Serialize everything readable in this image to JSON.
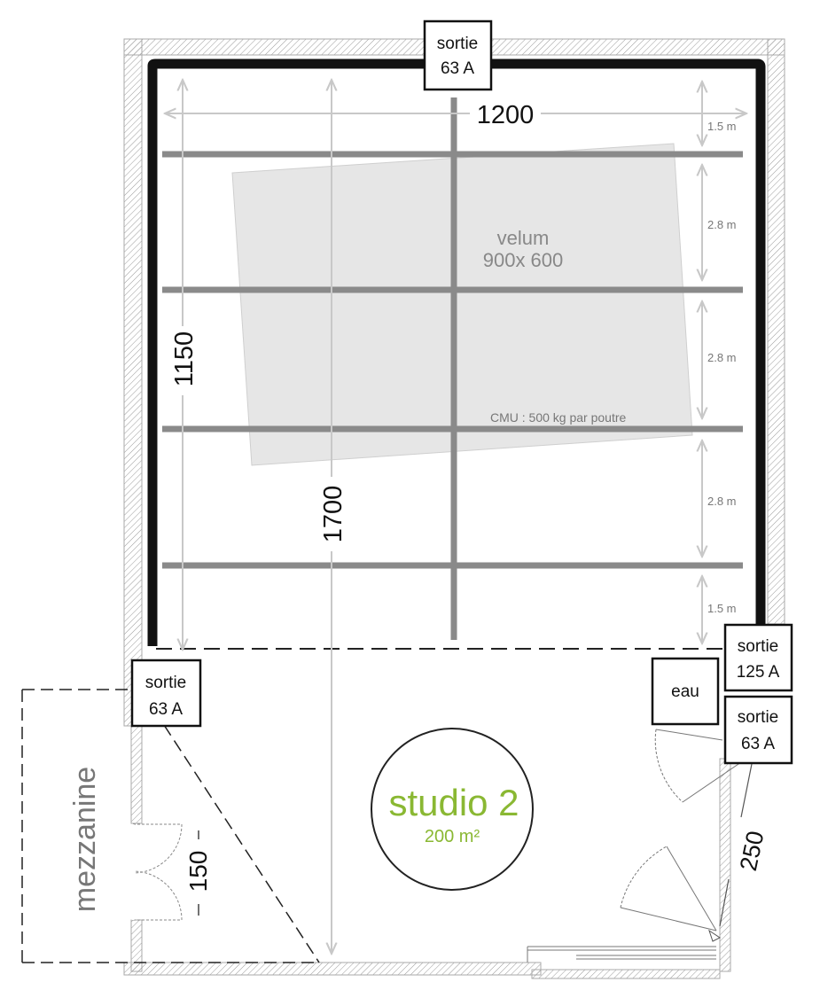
{
  "dimensions": {
    "width_total": "1200",
    "height_grid": "1150",
    "height_total": "1700",
    "mezzanine_depth": "150",
    "door_width": "250"
  },
  "velum": {
    "name": "velum",
    "size": "900x 600"
  },
  "cmu_note": "CMU : 500 kg par poutre",
  "spacings": [
    "1.5 m",
    "2.8 m",
    "2.8 m",
    "2.8 m",
    "1.5 m"
  ],
  "outlets": {
    "top": {
      "label": "sortie",
      "amp": "63 A"
    },
    "left": {
      "label": "sortie",
      "amp": "63 A"
    },
    "right_125": {
      "label": "sortie",
      "amp": "125 A"
    },
    "right_63": {
      "label": "sortie",
      "amp": "63 A"
    }
  },
  "water": "eau",
  "mezzanine": "mezzanine",
  "studio": {
    "name": "studio 2",
    "area": "200 m²"
  },
  "colors": {
    "studio_accent": "#8ab833",
    "beam": "#8a8a8a",
    "dimension_line": "#c8c8c8",
    "velum_fill": "#e6e6e6"
  }
}
